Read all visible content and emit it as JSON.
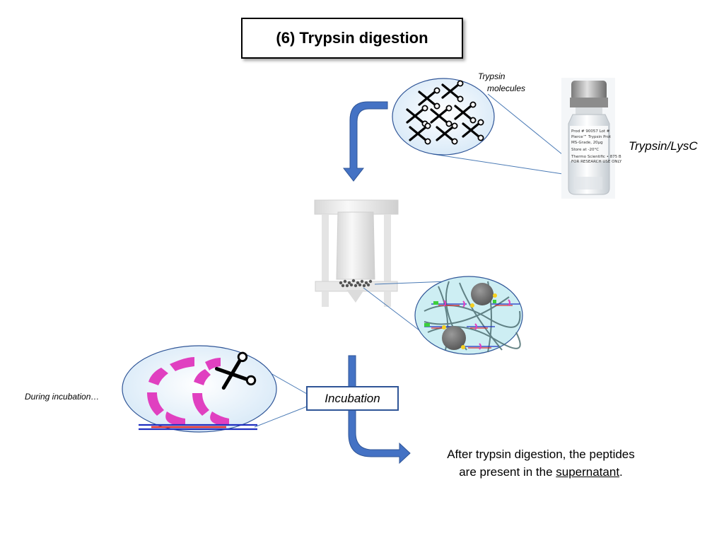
{
  "title": "(6) Trypsin digestion",
  "labels": {
    "trypsin_molecules_line1": "Trypsin",
    "trypsin_molecules_line2": "molecules",
    "trypsin_lysc": "Trypsin/LysC",
    "during_incubation": "During incubation…",
    "incubation": "Incubation",
    "final_part1": "After trypsin digestion, the peptides",
    "final_part2": "are present in the ",
    "final_underlined": "supernatant",
    "final_end": "."
  },
  "icons": [
    "scissors-icon",
    "vial-icon",
    "filter-plate-well-icon",
    "bead-network-icon",
    "peptide-fragment-icon"
  ],
  "colors": {
    "arrow": "#4472c4",
    "arrow_stroke": "#2f5597",
    "callout_fill": "#e8f2fb",
    "magenta": "#e040c0",
    "dna_red": "#e03030",
    "dna_blue": "#2030c0"
  }
}
